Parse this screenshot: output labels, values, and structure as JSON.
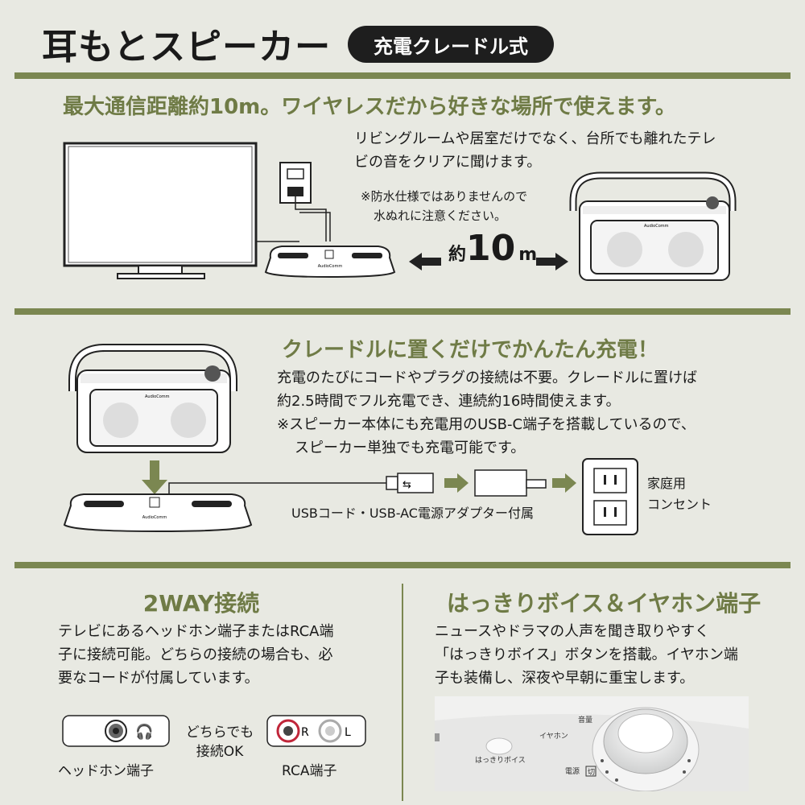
{
  "header": {
    "title": "耳もとスピーカー",
    "badge": "充電クレードル式"
  },
  "section1": {
    "heading": "最大通信距離約10m。ワイヤレスだから好きな場所で使えます。",
    "desc": [
      "リビングルームや居室だけでなく、台所でも離れたテレ",
      "ビの音をクリアに聞けます。"
    ],
    "note": [
      "※防水仕様ではありませんので",
      "水ぬれに注意ください。"
    ],
    "distance_prefix": "約",
    "distance_value": "10",
    "distance_unit": "m",
    "speaker_brand": "AudioComm",
    "cradle_brand": "AudioComm"
  },
  "section2": {
    "heading": "クレードルに置くだけでかんたん充電！",
    "desc": [
      "充電のたびにコードやプラグの接続は不要。クレードルに置けば",
      "約2.5時間でフル充電でき、連続約16時間使えます。"
    ],
    "note": [
      "※スピーカー本体にも充電用のUSB-C端子を搭載しているので、",
      "スピーカー単独でも充電可能です。"
    ],
    "accessory_label": "USBコード・USB-AC電源アダプター付属",
    "outlet_label": [
      "家庭用",
      "コンセント"
    ],
    "speaker_brand": "AudioComm",
    "cradle_brand": "AudioComm"
  },
  "section3": {
    "heading": "2WAY接続",
    "desc": [
      "テレビにあるヘッドホン端子またはRCA端",
      "子に接続可能。どちらの接続の場合も、必",
      "要なコードが付属しています。"
    ],
    "headphone_label": "ヘッドホン端子",
    "middle_text": [
      "どちらでも",
      "接続OK"
    ],
    "rca_label": "RCA端子",
    "rca_r": "R",
    "rca_l": "L"
  },
  "section4": {
    "heading": "はっきりボイス＆イヤホン端子",
    "desc": [
      "ニュースやドラマの人声を聞き取りやすく",
      "「はっきりボイス」ボタンを搭載。イヤホン端",
      "子も装備し、深夜や早朝に重宝します。"
    ],
    "panel_volume": "音量",
    "panel_earphone": "イヤホン",
    "panel_voice": "はっきりボイス",
    "panel_power": "電源",
    "panel_off": "切"
  },
  "colors": {
    "accent": "#7b8751",
    "heading_green": "#6f7b46",
    "background": "#e8e9e2",
    "dark": "#1e1e1e"
  }
}
